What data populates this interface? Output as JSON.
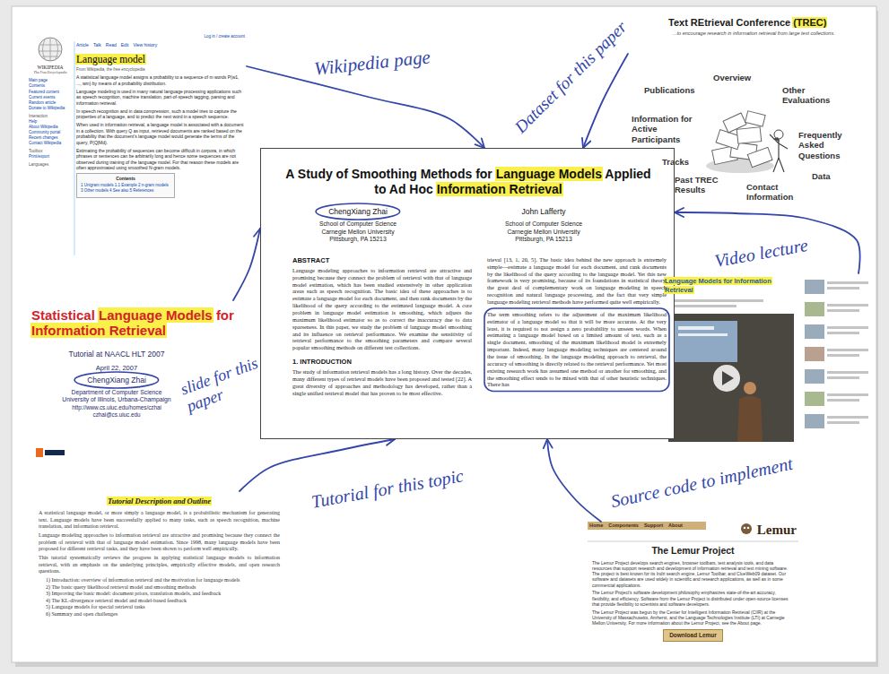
{
  "diagram": {
    "nodes": [
      {
        "text": [
          "WIKIPEDIA",
          "The Free Encyclopedia",
          "Main page",
          "Contents",
          "Featured content",
          "Current events",
          "Random article",
          "Donate to Wikipedia",
          "Interaction",
          "Help",
          "About Wikipedia",
          "Community portal",
          "Recent changes",
          "Contact Wikipedia",
          "Toolbox",
          "Print/export",
          "Languages",
          "Log in / create account",
          "Article",
          "Talk",
          "Read",
          "Edit",
          "View history",
          "Language model",
          "From Wikipedia, the free encyclopedia",
          "A statistical language model assigns a probability to a sequence of m words P(w1, ..., wm) by means of a probability distribution.",
          "Language modeling is used in many natural language processing applications such as speech recognition, machine translation, part-of-speech tagging, parsing and information retrieval.",
          "In speech recognition and in data compression, such a model tries to capture the properties of a language, and to predict the next word in a speech sequence.",
          "When used in information retrieval, a language model is associated with a document in a collection. With query Q as input, retrieved documents are ranked based on the probability that the document's language model would generate the terms of the query, P(Q|Md).",
          "Estimating the probability of sequences can become difficult in corpora, in which phrases or sentences can be arbitrarily long and hence some sequences are not observed during training of the language model. For that reason these models are often approximated using smoothed N-gram models.",
          "Contents",
          "1 Unigram models 1.1 Example 2 n-gram models 3 Other models 4 See also 5 References"
        ]
      },
      {
        "text": [
          "Text REtrieval Conference (TREC)",
          "...to encourage research in information retrieval from large text collections.",
          "Overview",
          "Publications",
          "Other Evaluations",
          "Information for Active Participants",
          "Frequently Asked Questions",
          "Tracks",
          "Data",
          "Past TREC Results",
          "Contact Information"
        ]
      },
      {
        "text": [
          "A Study of Smoothing Methods for Language Models Applied to Ad Hoc Information Retrieval",
          "ChengXiang Zhai",
          "School of Computer Science",
          "Carnegie Mellon University",
          "Pittsburgh, PA 15213",
          "John Lafferty",
          "School of Computer Science",
          "Carnegie Mellon University",
          "Pittsburgh, PA 15213",
          "ABSTRACT",
          "Language modeling approaches to information retrieval are attractive and promising because they connect the problem of retrieval with that of language model estimation, which has been studied extensively in other application areas such as speech recognition. The basic idea of these approaches is to estimate a language model for each document, and then rank documents by the likelihood of the query according to the estimated language model. A core problem in language model estimation is smoothing, which adjusts the maximum likelihood estimator so as to correct the inaccuracy due to data sparseness. In this paper, we study the problem of language model smoothing and its influence on retrieval performance. We examine the sensitivity of retrieval performance to the smoothing parameters and compare several popular smoothing methods on different test collections.",
          "1. INTRODUCTION",
          "The study of information retrieval models has a long history. Over the decades, many different types of retrieval models have been proposed and tested [22]. A great diversity of approaches and methodology has developed, rather than a single unified retrieval model that has proven to be most effective.",
          "trieval [13, 1, 20, 5]. The basic idea behind the new approach is extremely simple—estimate a language model for each document, and rank documents by the likelihood of the query according to the language model. Yet this new framework is very promising, because of its foundations in statistical theory, the great deal of complementary work on language modeling in speech recognition and natural language processing, and the fact that very simple language modeling retrieval methods have performed quite well empirically.",
          "The term smoothing refers to the adjustment of the maximum likelihood estimator of a language model so that it will be more accurate. At the very least, it is required to not assign a zero probability to unseen words. When estimating a language model based on a limited amount of text, such as a single document, smoothing of the maximum likelihood model is extremely important. Indeed, many language modeling techniques are centered around the issue of smoothing. In the language modeling approach to retrieval, the accuracy of smoothing is directly related to the retrieval performance. Yet most existing research work has assumed one method or another for smoothing, and the smoothing effect tends to be mixed with that of other heuristic techniques. There has"
        ]
      },
      {
        "text": [
          "Statistical Language Models for Information Retrieval",
          "Tutorial at NAACL HLT 2007",
          "April 22, 2007",
          "ChengXiang Zhai",
          "Department of Computer Science",
          "University of Illinois, Urbana-Champaign",
          "http://www.cs.uiuc.edu/homes/czhai",
          "czhai@cs.uiuc.edu"
        ]
      },
      {
        "text": [
          "Language Models for Information Retrieval"
        ]
      },
      {
        "text": [
          "Tutorial Description and Outline",
          "A statistical language model, or more simply a language model, is a probabilistic mechanism for generating text. Language models have been successfully applied to many tasks, such as speech recognition, machine translation, and information retrieval.",
          "Language modeling approaches to information retrieval are attractive and promising because they connect the problem of retrieval with that of language model estimation. Since 1998, many language models have been proposed for different retrieval tasks, and they have been shown to perform well empirically.",
          "This tutorial systematically reviews the progress in applying statistical language models to information retrieval, with an emphasis on the underlying principles, empirically effective models, and open research questions.",
          "1) Introduction: overview of information retrieval and the motivation for language models",
          "2) The basic query likelihood retrieval model and smoothing methods",
          "3) Improving the basic model: document priors, translation models, and feedback",
          "4) The KL-divergence retrieval model and model-based feedback",
          "5) Language models for special retrieval tasks",
          "6) Summary and open challenges"
        ]
      },
      {
        "text": [
          "Home",
          "Components",
          "Support",
          "About",
          "Lemur",
          "The Lemur Project",
          "The Lemur Project develops search engines, browser toolbars, text analysis tools, and data resources that support research and development of information retrieval and text mining software. The project is best known for its Indri search engine, Lemur Toolbar, and ClueWeb09 dataset. Our software and datasets are used widely in scientific and research applications, as well as in some commercial applications.",
          "The Lemur Project's software development philosophy emphasizes state-of-the-art accuracy, flexibility, and efficiency. Software from the Lemur Project is distributed under open-source licenses that provide flexibility to scientists and software developers.",
          "The Lemur Project was begun by the Center for Intelligent Information Retrieval (CIIR) at the University of Massachusetts, Amherst, and the Language Technologies Institute (LTI) at Carnegie Mellon University. For more information about the Lemur Project, see the About page.",
          "Download Lemur"
        ]
      }
    ],
    "edges": [
      {
        "from": 0,
        "to": 2,
        "arrow": "to",
        "label": "Wikipedia page"
      },
      {
        "from": 1,
        "to": 2,
        "arrow": "to",
        "label": "Dataset for this paper"
      },
      {
        "from": 4,
        "to": 2,
        "arrow": "to",
        "label": "Video lecture"
      },
      {
        "from": 3,
        "to": 2,
        "arrow": "to",
        "label": "slide for this paper"
      },
      {
        "from": 5,
        "to": 2,
        "arrow": "to",
        "label": "Tutorial for this topic"
      },
      {
        "from": 6,
        "to": 2,
        "arrow": "to",
        "label": "Source code to implement"
      }
    ]
  }
}
